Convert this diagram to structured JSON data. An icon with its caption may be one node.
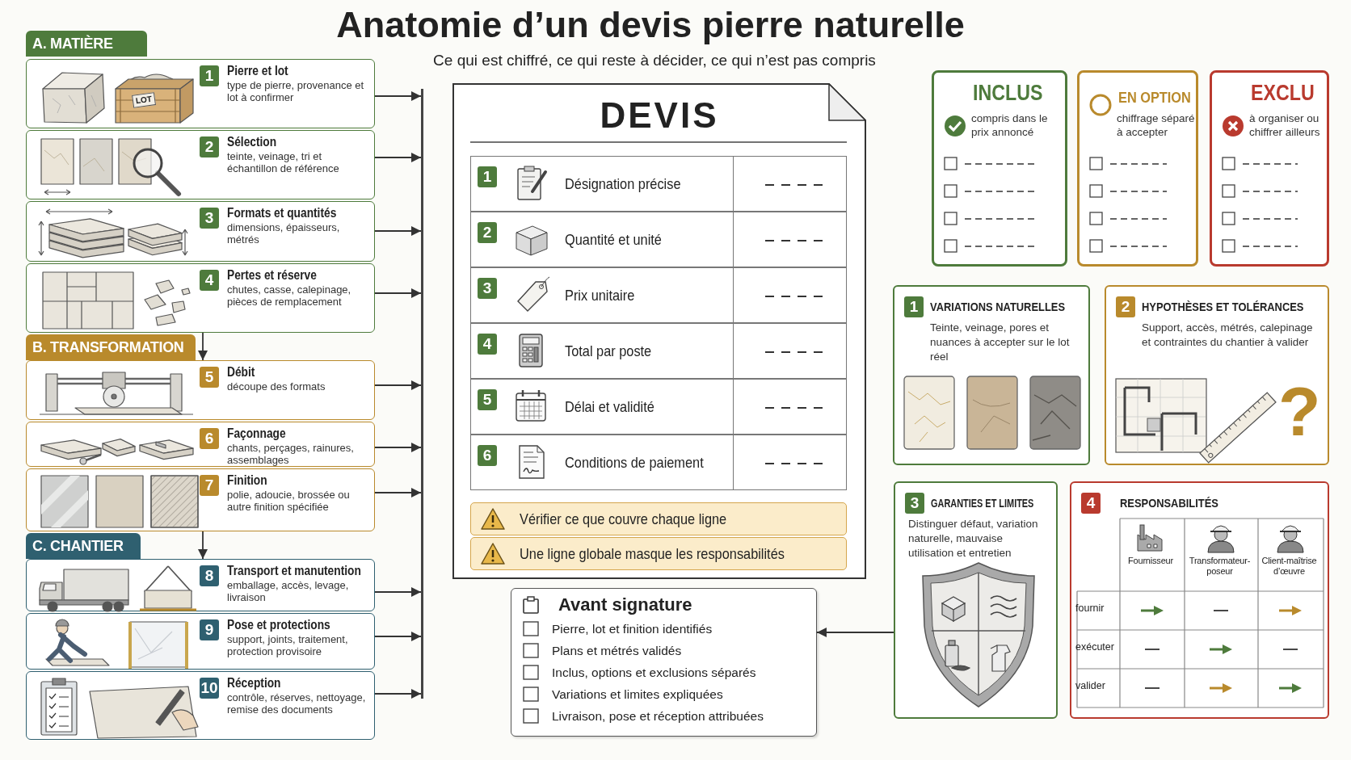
{
  "diagram": {
    "title": "Anatomie d’un devis pierre naturelle",
    "nodes": [
      {
        "text": [
          "A. MATIÈRE"
        ]
      },
      {
        "text": [
          "1",
          "Pierre et lot",
          "type de pierre, provenance et lot à confirmer"
        ]
      },
      {
        "text": [
          "2",
          "Sélection",
          "teinte, veinage, tri et échantillon de référence"
        ]
      },
      {
        "text": [
          "3",
          "Formats et quantités",
          "dimensions, épaisseurs, métrés"
        ]
      },
      {
        "text": [
          "4",
          "Pertes et réserve",
          "chutes, casse, calepinage, pièces de remplacement"
        ]
      },
      {
        "text": [
          "B. TRANSFORMATION"
        ]
      },
      {
        "text": [
          "5",
          "Débit",
          "découpe des formats"
        ]
      },
      {
        "text": [
          "6",
          "Façonnage",
          "chants, perçages, rainures, assemblages"
        ]
      },
      {
        "text": [
          "7",
          "Finition",
          "polie, adoucie, brossée ou autre finition spécifiée"
        ]
      },
      {
        "text": [
          "C. CHANTIER"
        ]
      },
      {
        "text": [
          "8",
          "Transport et manutention",
          "emballage, accès, levage, livraison"
        ]
      },
      {
        "text": [
          "9",
          "Pose et protections",
          "support, joints, traitement, protection provisoire"
        ]
      },
      {
        "text": [
          "10",
          "Réception",
          "contrôle, réserves, nettoyage, remise des documents"
        ]
      },
      {
        "text": [],
        "shape": "bar"
      },
      {
        "text": [
          "DEVIS"
        ]
      },
      {
        "text": [
          "1",
          "Désignation précise"
        ],
        "in": 14
      },
      {
        "text": [
          "2",
          "Quantité et unité"
        ],
        "in": 14
      },
      {
        "text": [
          "3",
          "Prix unitaire"
        ],
        "in": 14
      },
      {
        "text": [
          "4",
          "Total par poste"
        ],
        "in": 14
      },
      {
        "text": [
          "5",
          "Délai et validité"
        ],
        "in": 14
      },
      {
        "text": [
          "6",
          "Conditions de paiement"
        ],
        "in": 14
      },
      {
        "text": [
          "Vérifier ce que couvre chaque ligne"
        ],
        "in": 14
      },
      {
        "text": [
          "Une ligne globale masque les responsabilités"
        ],
        "in": 14
      },
      {
        "text": [
          "Avant signature",
          "Pierre, lot et finition identifiés",
          "Plans et métrés validés",
          "Inclus, options et exclusions séparés",
          "Variations et limites expliquées",
          "Livraison, pose et réception attribuées"
        ]
      },
      {
        "text": [
          "INCLUS",
          "compris dans le prix annoncé"
        ]
      },
      {
        "text": [
          "EN OPTION",
          "chiffrage séparé à accepter"
        ]
      },
      {
        "text": [
          "EXCLU",
          "à organiser ou chiffrer ailleurs"
        ]
      },
      {
        "text": [
          "1",
          "VARIATIONS NATURELLES",
          "Teinte, veinage, pores et nuances à accepter sur le lot réel"
        ]
      },
      {
        "text": [
          "2",
          "HYPOTHÈSES ET TOLÉRANCES",
          "Support, accès, métrés, calepinage et contraintes du chantier à valider"
        ]
      },
      {
        "text": [
          "3",
          "GARANTIES ET LIMITES",
          "Distinguer défaut, variation naturelle, mauvaise utilisation et entretien"
        ]
      },
      {
        "text": [
          "4",
          "RESPONSABILITÉS"
        ]
      }
    ],
    "edges": [
      {
        "from": 1,
        "to": 13,
        "arrow": "to"
      },
      {
        "from": 2,
        "to": 13,
        "arrow": "to"
      },
      {
        "from": 3,
        "to": 13,
        "arrow": "to"
      },
      {
        "from": 4,
        "to": 13,
        "arrow": "to"
      },
      {
        "from": 6,
        "to": 13,
        "arrow": "to"
      },
      {
        "from": 7,
        "to": 13,
        "arrow": "to"
      },
      {
        "from": 8,
        "to": 13,
        "arrow": "to"
      },
      {
        "from": 10,
        "to": 13,
        "arrow": "to"
      },
      {
        "from": 11,
        "to": 13,
        "arrow": "to"
      },
      {
        "from": 12,
        "to": 13,
        "arrow": "to"
      },
      {
        "from": 4,
        "to": 6,
        "arrow": "to"
      },
      {
        "from": 8,
        "to": 10,
        "arrow": "to"
      },
      {
        "from": 29,
        "to": 23,
        "arrow": "to"
      }
    ],
    "labels": [
      "Ce qui est chiffré, ce qui reste à décider, ce qui n’est pas compris",
      "LOT",
      "?",
      "Fournisseur",
      "Transformateur-poseur",
      "Client-maîtrise d’œuvre",
      "fournir",
      "exécuter",
      "valider"
    ]
  }
}
